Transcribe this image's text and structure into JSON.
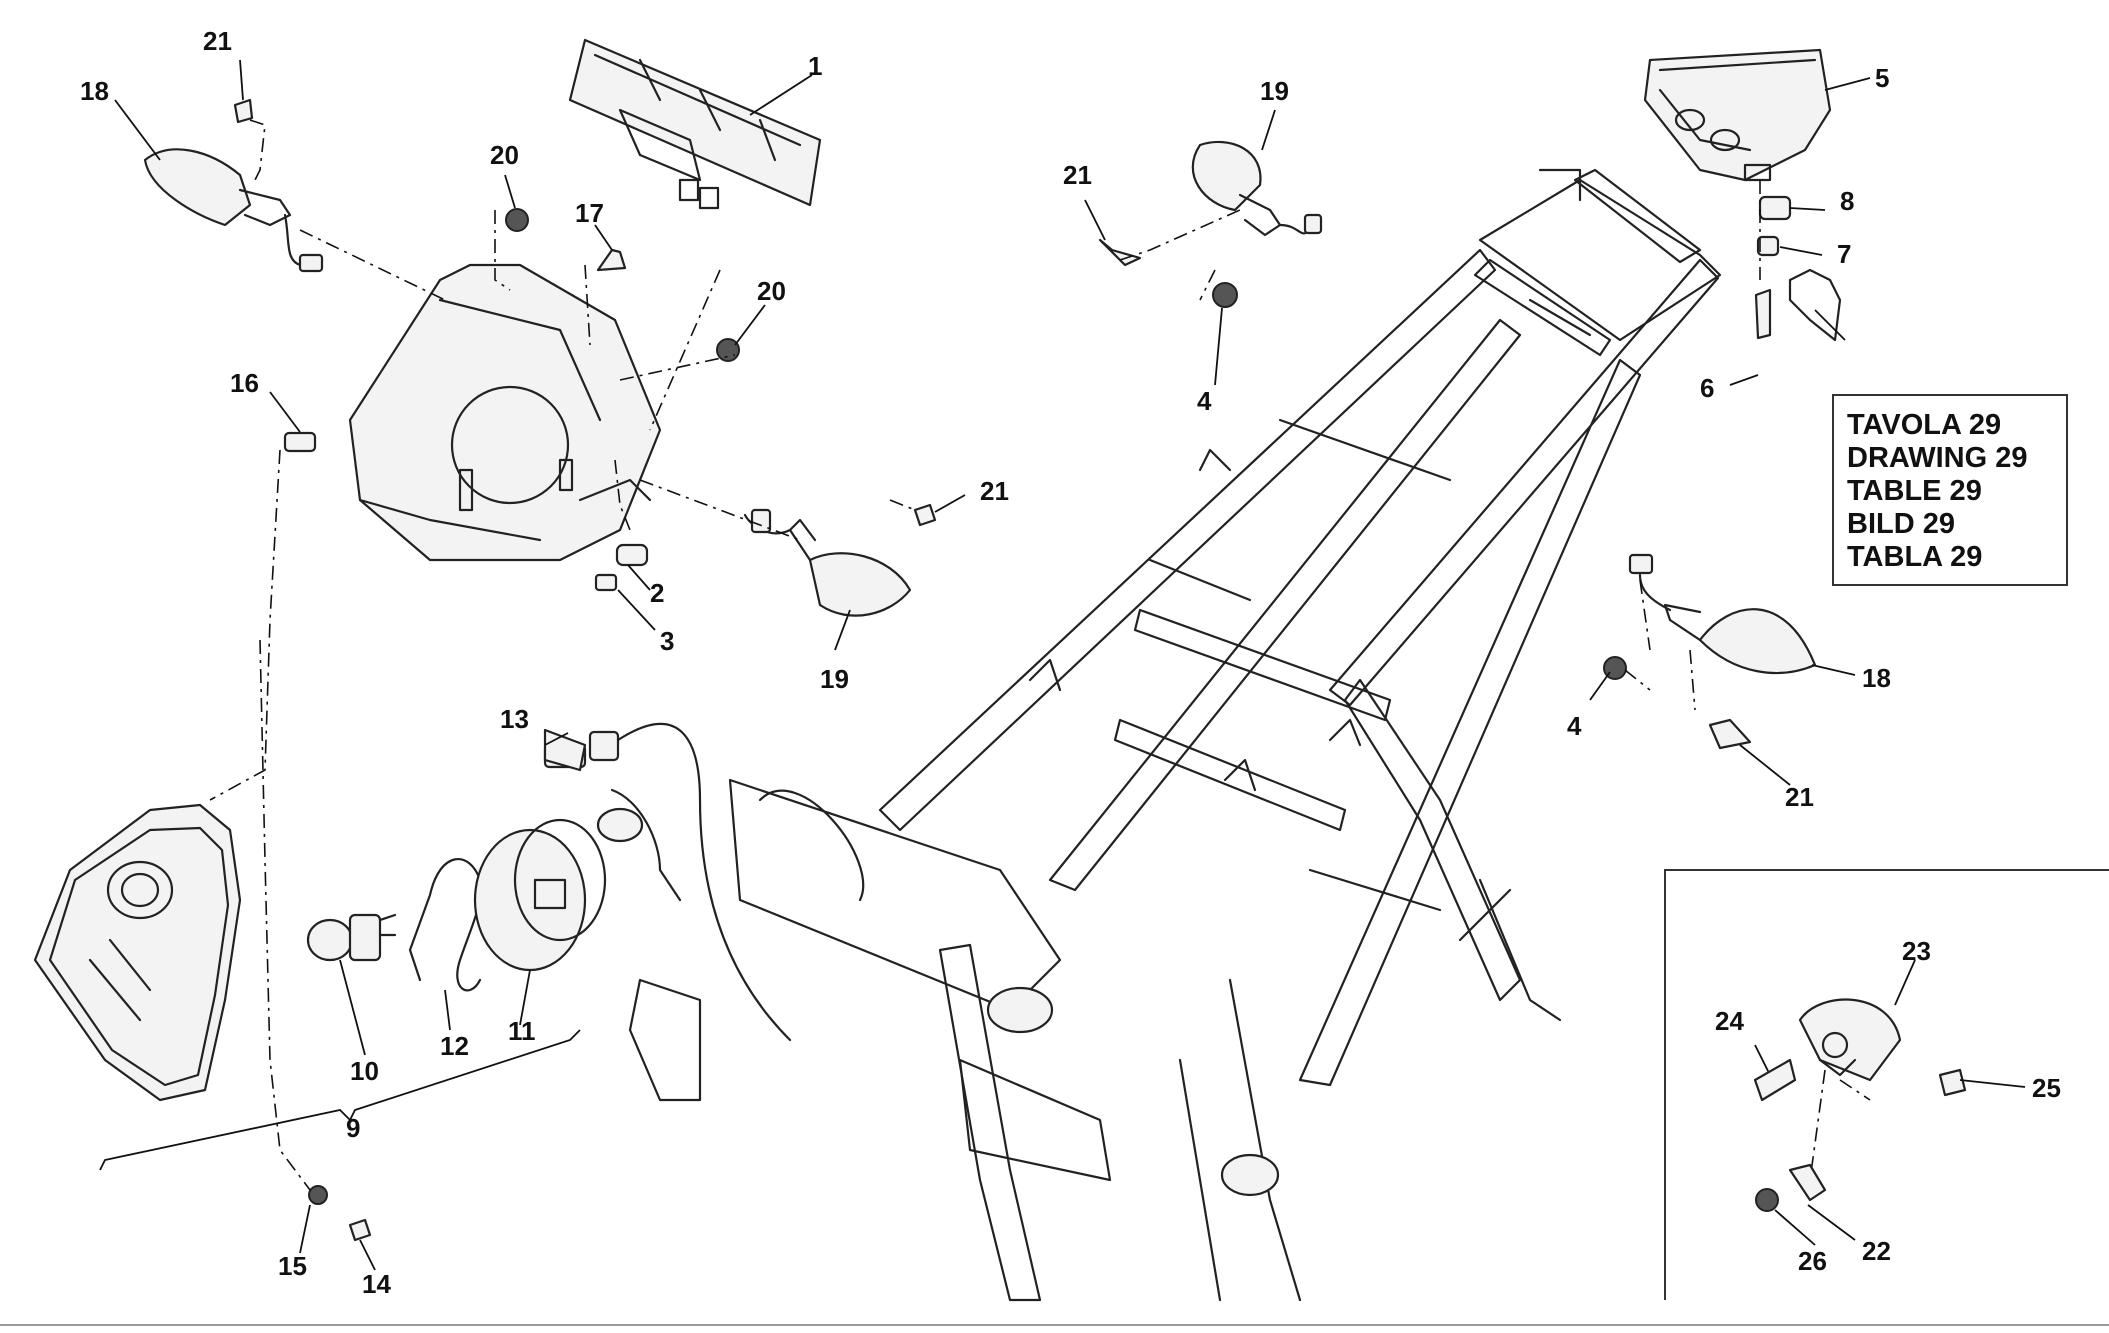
{
  "callouts": {
    "c1": "1",
    "c2": "2",
    "c3": "3",
    "c4a": "4",
    "c4b": "4",
    "c5": "5",
    "c6": "6",
    "c7": "7",
    "c8": "8",
    "c9": "9",
    "c10": "10",
    "c11": "11",
    "c12": "12",
    "c13": "13",
    "c14": "14",
    "c15": "15",
    "c16": "16",
    "c17": "17",
    "c18a": "18",
    "c18b": "18",
    "c19a": "19",
    "c19b": "19",
    "c20a": "20",
    "c20b": "20",
    "c21a": "21",
    "c21b": "21",
    "c21c": "21",
    "c21d": "21",
    "c22": "22",
    "c23": "23",
    "c24": "24",
    "c25": "25",
    "c26": "26"
  },
  "reference_box": {
    "lines": [
      "TAVOLA 29",
      "DRAWING 29",
      "TABLE 29",
      "BILD 29",
      "TABLA 29"
    ]
  },
  "icons": {
    "instrument_cluster": "dashboard-icon",
    "headlight": "headlight-icon",
    "turn_signal": "indicator-lamp-icon",
    "tail_light": "tail-light-icon",
    "frame": "motorcycle-frame-icon",
    "bolt": "bolt-icon",
    "nut": "nut-icon"
  }
}
